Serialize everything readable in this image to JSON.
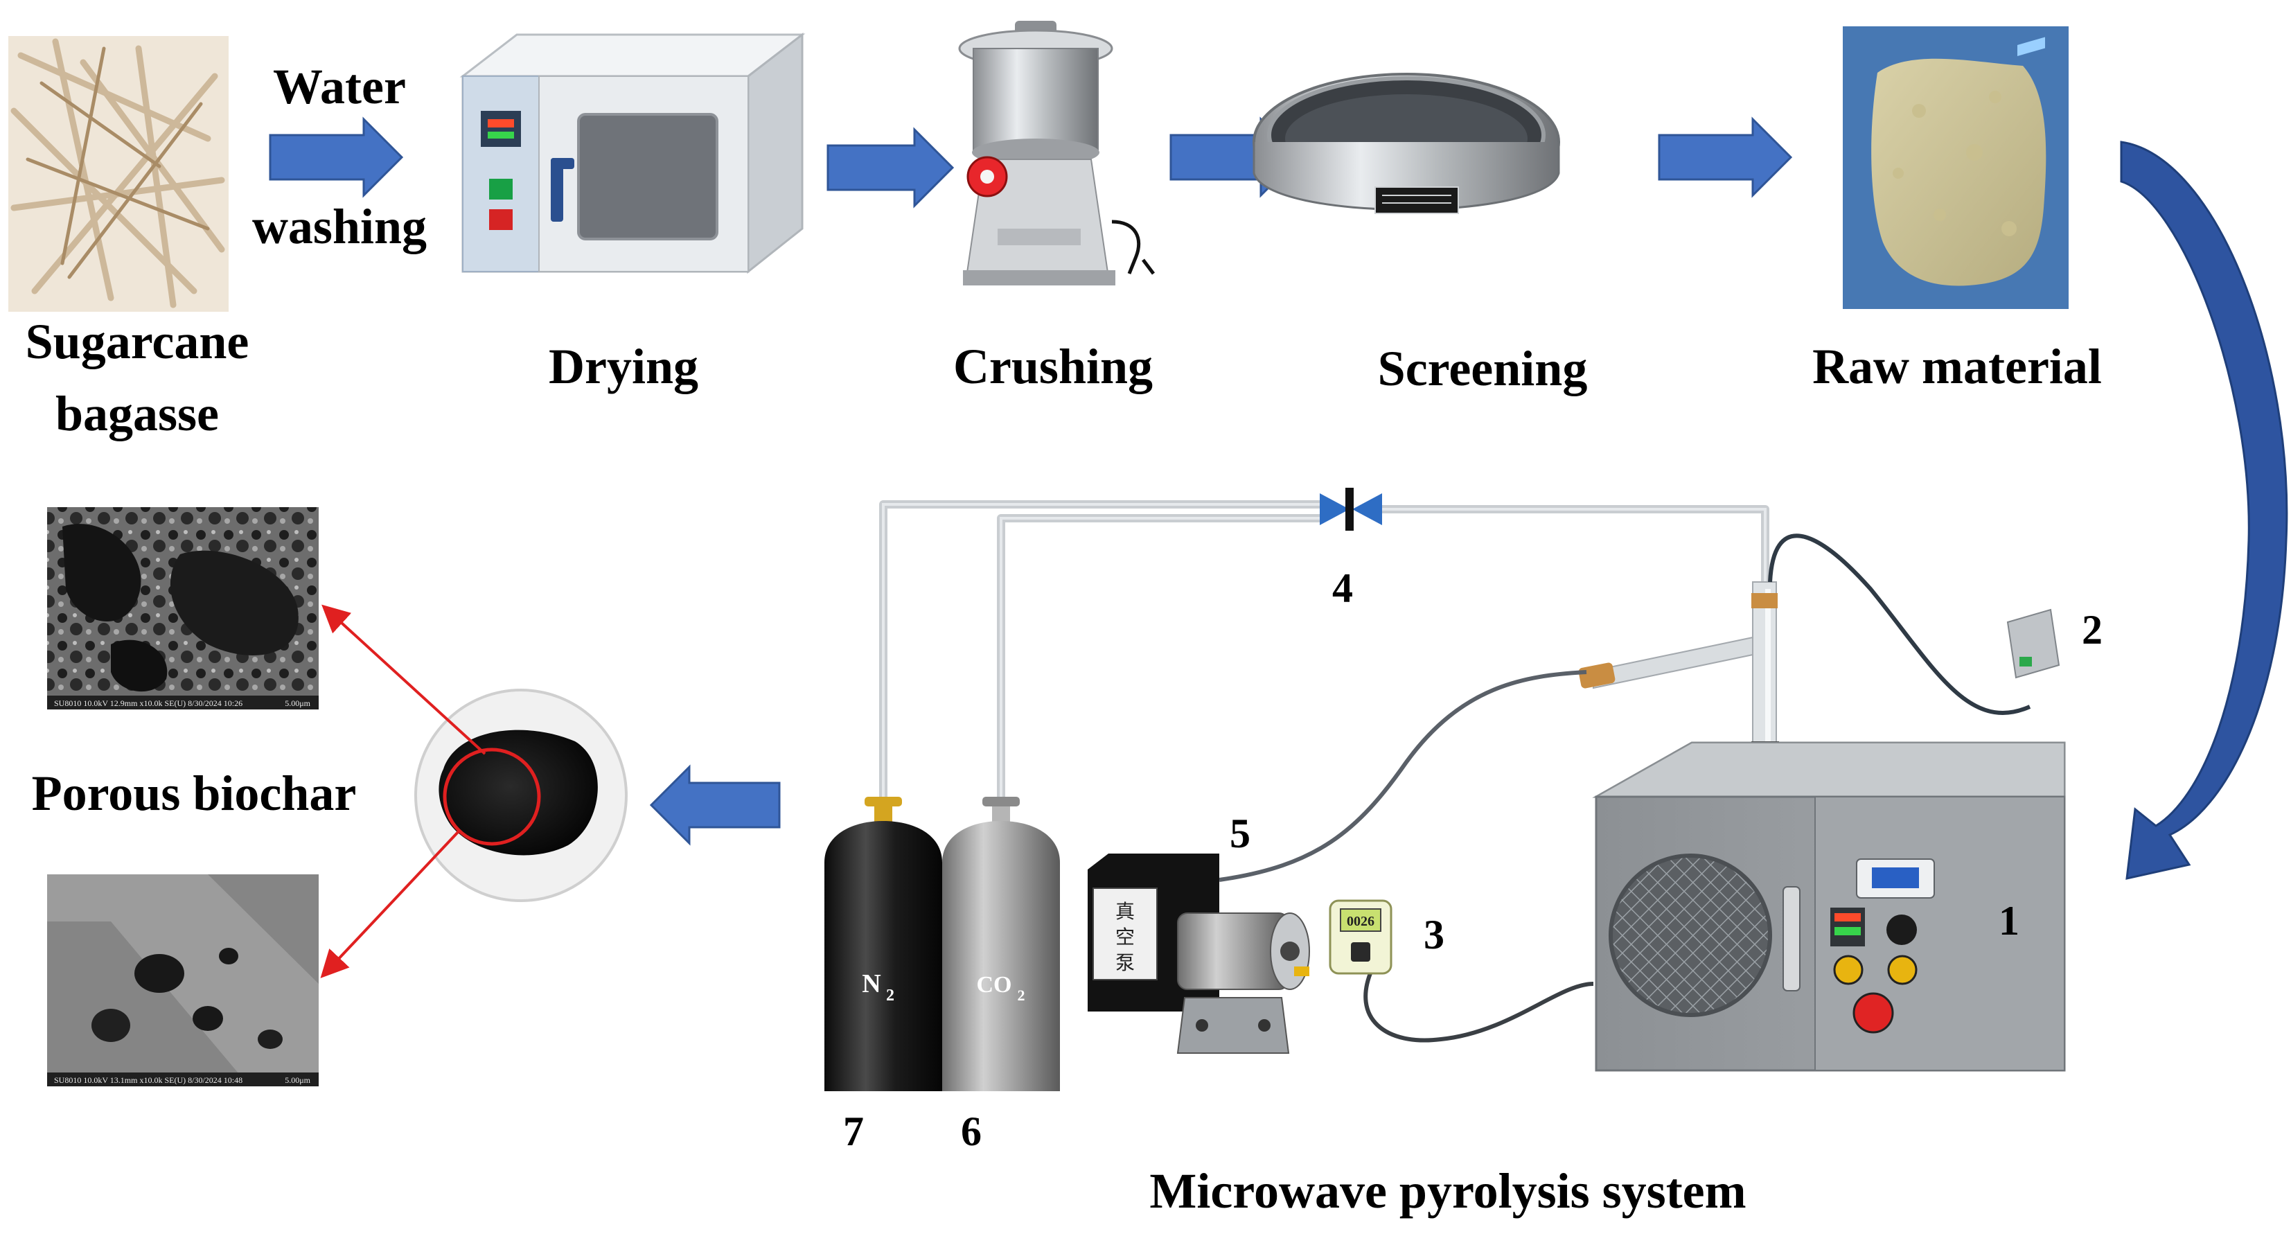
{
  "steps": {
    "sugarcane_line1": "Sugarcane",
    "sugarcane_line2": "bagasse",
    "water_line1": "Water",
    "water_line2": "washing",
    "drying": "Drying",
    "crushing": "Crushing",
    "screening": "Screening",
    "raw_material": "Raw material",
    "porous_biochar": "Porous biochar"
  },
  "system": {
    "title": "Microwave pyrolysis system",
    "labels": [
      "1",
      "2",
      "3",
      "4",
      "5",
      "6",
      "7"
    ],
    "gas_n2": "N",
    "gas_n2_sub": "2",
    "gas_co2": "CO",
    "gas_co2_sub": "2",
    "pump_text": [
      "真",
      "空",
      "泵"
    ],
    "meter_reading": "0026"
  },
  "sem": {
    "top_caption": "SU8010 10.0kV 12.9mm x10.0k SE(U) 8/30/2024 10:26",
    "top_scale": "5.00μm",
    "bottom_caption": "SU8010 10.0kV 13.1mm x10.0k SE(U) 8/30/2024 10:48",
    "bottom_scale": "5.00μm"
  },
  "colors": {
    "arrow_blue": "#4472C4",
    "arrow_edge": "#2F5597",
    "curve_blue": "#2E54A0",
    "pointer_red": "#E02020",
    "pipe": "#C9CDD1",
    "furnace": "#9A9EA2"
  }
}
